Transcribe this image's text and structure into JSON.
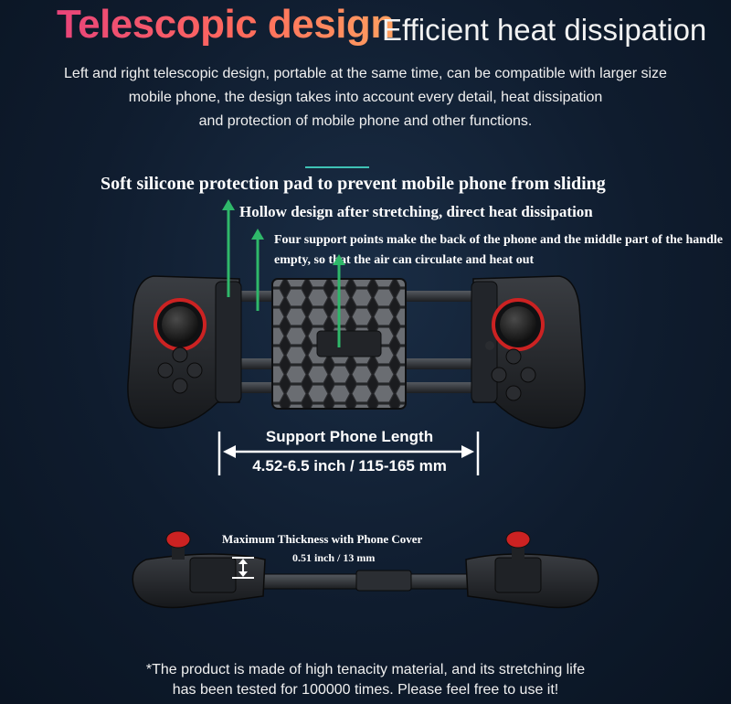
{
  "header": {
    "title": "Telescopic design",
    "subtitle": "Efficient heat dissipation",
    "intro_lines": [
      "Left and right telescopic design, portable at the same time, can be compatible with larger size",
      "mobile phone, the design takes into account every detail, heat dissipation",
      "and protection of mobile phone and other functions."
    ]
  },
  "features": {
    "pad": "Soft silicone protection pad to prevent mobile phone from sliding",
    "hollow": "Hollow design after stretching, direct heat dissipation",
    "support_points": "Four support points make the back of the phone and the middle part of the handle empty, so that the air can circulate and heat out"
  },
  "support": {
    "label": "Support Phone Length",
    "value": "4.52-6.5 inch / 115-165 mm"
  },
  "thickness": {
    "label": "Maximum Thickness with Phone Cover",
    "value": "0.51 inch / 13 mm"
  },
  "footnote": {
    "lines": [
      "*The product is made of high tenacity material, and its stretching life",
      "has been tested for 100000 times. Please feel free to use it!"
    ]
  },
  "colors": {
    "background": "#0f1c2e",
    "accent_line": "#3fc2b5",
    "arrow_green": "#2fb86a",
    "stick_red": "#d42a2a"
  }
}
